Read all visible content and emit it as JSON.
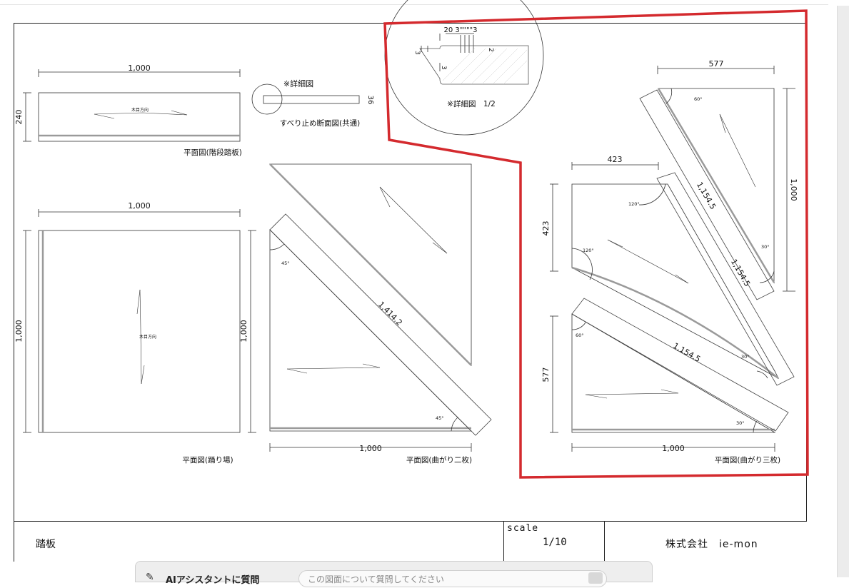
{
  "drawing": {
    "stair_tread_width": "1,000",
    "stair_tread_depth": "240",
    "grain_label": "木目方向",
    "stair_tread_caption": "平面図(階段踏板)",
    "detail_ref_label": "※詳細図",
    "nonslip_dim": "36",
    "nonslip_caption": "すべり止め断面図(共通)",
    "detail_zoom_dims": "20 3\"\"\"\"3",
    "detail_dim_3a": "3",
    "detail_dim_3b": "3",
    "detail_dim_2": "2",
    "detail_zoom_caption": "※詳細図　1/2",
    "landing_width": "1,000",
    "landing_depth_left": "1,000",
    "landing_depth_right": "1,000",
    "landing_caption": "平面図(踊り場)",
    "two_turn_diagonal": "1,414.2",
    "two_turn_angle_a": "45°",
    "two_turn_angle_b": "45°",
    "two_turn_width": "1,000",
    "two_turn_caption": "平面図(曲がり二枚)",
    "three_turn_top_width": "577",
    "three_turn_right_height": "1,000",
    "three_turn_mid_width": "423",
    "three_turn_mid_height": "423",
    "three_turn_low_height": "577",
    "three_turn_diag_1": "1,154.5",
    "three_turn_diag_2": "1,154.5",
    "three_turn_diag_3": "1,154.5",
    "angle_60_top": "60°",
    "angle_30_top": "30°",
    "angle_120_a": "120°",
    "angle_120_b": "120°",
    "angle_60_low": "60°",
    "angle_30_mid": "30°",
    "angle_30_low": "30°",
    "three_turn_width": "1,000",
    "three_turn_caption": "平面図(曲がり三枚)"
  },
  "title_block": {
    "name": "踏板",
    "scale_label": "scale",
    "scale_value": "1/10",
    "company": "株式会社　ie-mon"
  },
  "assistant_bar": {
    "label": "AIアシスタントに質問",
    "placeholder": "この図面について質問してください"
  },
  "colors": {
    "highlight": "#d42a2e",
    "line": "#333333",
    "edge_band": "#9a9a9a"
  }
}
